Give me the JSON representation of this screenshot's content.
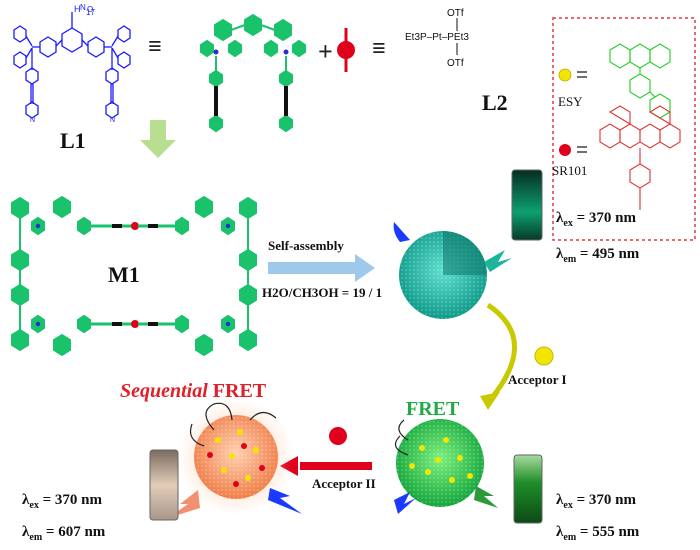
{
  "labels": {
    "ligand1": "L1",
    "ligand2": "L2",
    "macrocycle": "M1",
    "pt_otf_top": "OTf",
    "pt_otf_bottom": "OTf",
    "pt_center": "Et3P–Pt–PEt3",
    "ch2_repeat": "17",
    "dye1": "ESY",
    "dye2": "SR101",
    "self_assembly": "Self-assembly",
    "solvent_ratio": "H2O/CH3OH = 19 / 1",
    "acceptor1": "Acceptor I",
    "acceptor2": "Acceptor II",
    "fret": "FRET",
    "sequential_italic": "Sequential",
    "sequential_rest": "FRET",
    "equiv_symbol": "≡",
    "plus_symbol": "+"
  },
  "measurements": {
    "stage1": {
      "ex": "= 370 nm",
      "em": "= 495 nm"
    },
    "stage2": {
      "ex": "= 370 nm",
      "em": "= 555 nm"
    },
    "stage3": {
      "ex": "= 370 nm",
      "em": "= 607 nm"
    },
    "symbol": "λ",
    "ex_sub": "ex",
    "em_sub": "em"
  },
  "colors": {
    "ligand_blue": "#1a1aff",
    "hexagon_green": "#19c26b",
    "connector_black": "#111111",
    "acceptor1_yellow": "#f2e600",
    "acceptor2_red": "#e0001b",
    "esy_green": "#22cc22",
    "sr101_red": "#e03030",
    "fret_text_green": "#22aa44",
    "seq_text_red": "#e0202a",
    "arrow_blue": "#9ec9ea",
    "arrow_green": "#b8df90",
    "dashed_box": "#e33a3a"
  }
}
